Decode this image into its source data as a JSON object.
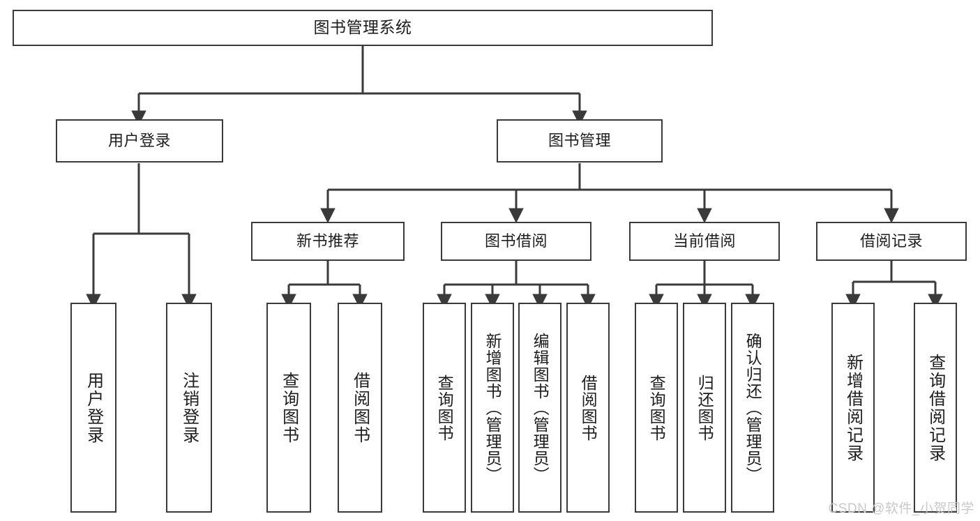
{
  "diagram": {
    "title": "图书管理系统",
    "type": "tree",
    "line_color": "#3a3a3a",
    "box_fill": "#ffffff",
    "text_color": "#1d1d1d",
    "watermark": "CSDN @软件_小贺同学",
    "nodes": {
      "root": {
        "label": "图书管理系统"
      },
      "level2": [
        {
          "label": "用户登录"
        },
        {
          "label": "图书管理"
        }
      ],
      "level3": [
        {
          "label": "新书推荐"
        },
        {
          "label": "图书借阅"
        },
        {
          "label": "当前借阅"
        },
        {
          "label": "借阅记录"
        }
      ],
      "leaves": {
        "user_login": [
          {
            "label": "用户登录"
          },
          {
            "label": "注销登录"
          }
        ],
        "new_book": [
          {
            "label": "查询图书"
          },
          {
            "label": "借阅图书"
          }
        ],
        "book_borrow": [
          {
            "label": "查询图书"
          },
          {
            "label": "新增图书（管理员）"
          },
          {
            "label": "编辑图书（管理员）"
          },
          {
            "label": "借阅图书"
          }
        ],
        "current_borrow": [
          {
            "label": "查询图书"
          },
          {
            "label": "归还图书"
          },
          {
            "label": "确认归还（管理员）"
          }
        ],
        "borrow_record": [
          {
            "label": "新增借阅记录"
          },
          {
            "label": "查询借阅记录"
          }
        ]
      }
    }
  }
}
